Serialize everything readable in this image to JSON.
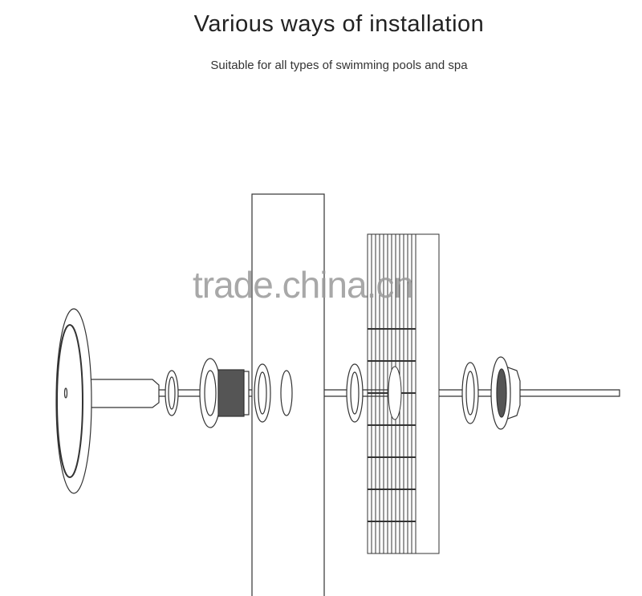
{
  "header": {
    "title": "Various ways of installation",
    "subtitle": "Suitable for all types of swimming pools and spa"
  },
  "watermark": "trade.china.cn",
  "colors": {
    "line": "#333333",
    "watermark": "#9a9a9a"
  }
}
